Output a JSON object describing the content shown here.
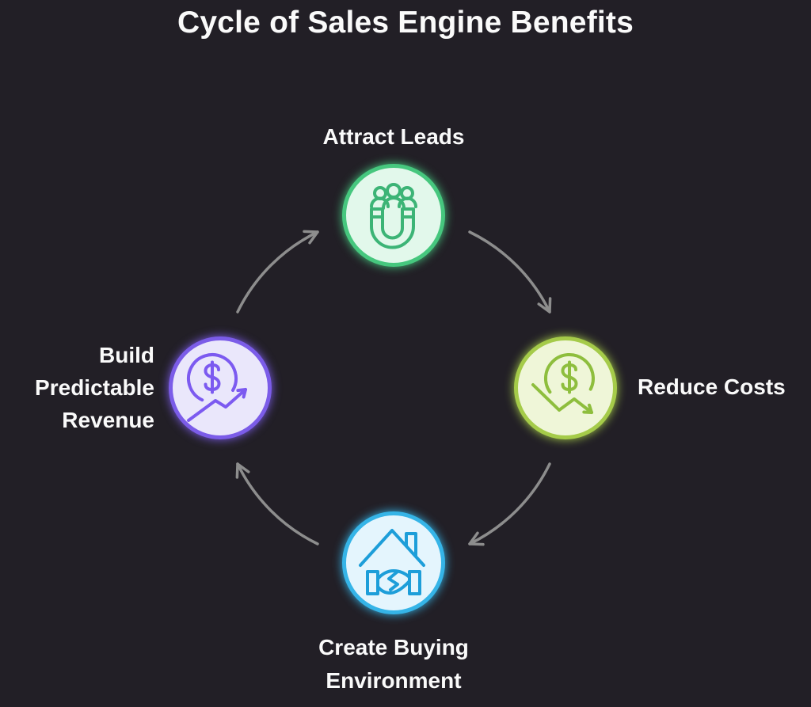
{
  "title": "Cycle of Sales Engine Benefits",
  "colors": {
    "background": "#221f26",
    "title_text": "#fafafa",
    "label_text": "#fafafa",
    "arrow": "#8d8d8d"
  },
  "nodes": {
    "top": {
      "label": "Attract Leads",
      "icon": "magnet-attracting-people-icon",
      "fill": "#e2f8eb",
      "border": "#46c77e",
      "icon_color": "#3cb476"
    },
    "right": {
      "label": "Reduce Costs",
      "icon": "dollar-decreasing-arrow-icon",
      "fill": "#eff6d8",
      "border": "#a5cb49",
      "icon_color": "#8ebe3d"
    },
    "bottom": {
      "label": "Create Buying Environment",
      "icon": "house-handshake-icon",
      "fill": "#e4f5fd",
      "border": "#35b4e7",
      "icon_color": "#1d9ed9"
    },
    "left": {
      "label": "Build Predictable Revenue",
      "icon": "dollar-increasing-arrow-icon",
      "fill": "#eae7fb",
      "border": "#7b5ce8",
      "icon_color": "#7c5af0"
    }
  },
  "arrows": [
    {
      "from": "Attract Leads",
      "to": "Reduce Costs"
    },
    {
      "from": "Reduce Costs",
      "to": "Create Buying Environment"
    },
    {
      "from": "Create Buying Environment",
      "to": "Build Predictable Revenue"
    },
    {
      "from": "Build Predictable Revenue",
      "to": "Attract Leads"
    }
  ],
  "cycle_direction": "clockwise"
}
